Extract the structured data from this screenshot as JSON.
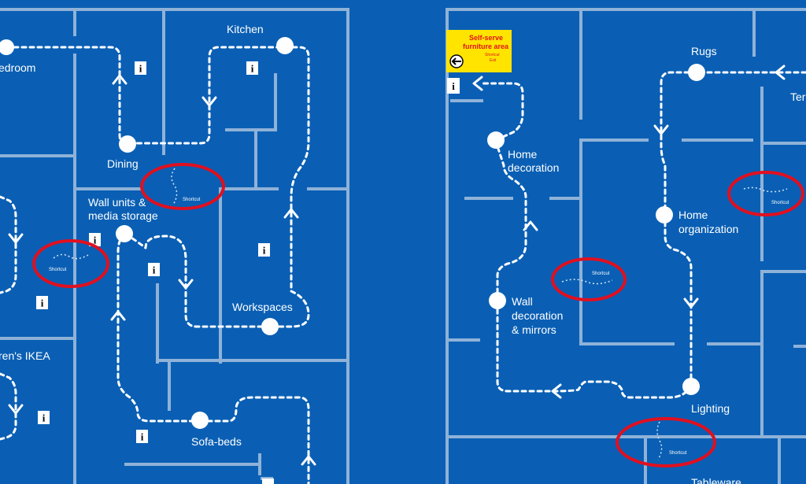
{
  "areas": {
    "bedroom": "edroom",
    "kitchen": "Kitchen",
    "dining": "Dining",
    "wall_units_1": "Wall units &",
    "wall_units_2": "media storage",
    "workspaces": "Workspaces",
    "childrens_ikea": "ren's IKEA",
    "sofa_beds": "Sofa-beds",
    "rugs": "Rugs",
    "ter": "Ter",
    "home_decoration_1": "Home",
    "home_decoration_2": "decoration",
    "home_organization_1": "Home",
    "home_organization_2": "organization",
    "wall_decoration_1": "Wall",
    "wall_decoration_2": "decoration",
    "wall_decoration_3": "& mirrors",
    "lighting": "Lighting",
    "tableware": "Tableware"
  },
  "shortcut_label": "Shortcut",
  "sign": {
    "title_1": "Self-serve",
    "title_2": "furniture area",
    "line_1": "Shortcut",
    "line_2": "Exit",
    "bg_color": "#ffe400",
    "text_color": "#e0141e"
  },
  "info_symbol": "i",
  "colors": {
    "background": "#0a5fb4",
    "walls": "#8fb2d8",
    "route": "#ffffff",
    "shortcut_ring": "#e01020"
  }
}
